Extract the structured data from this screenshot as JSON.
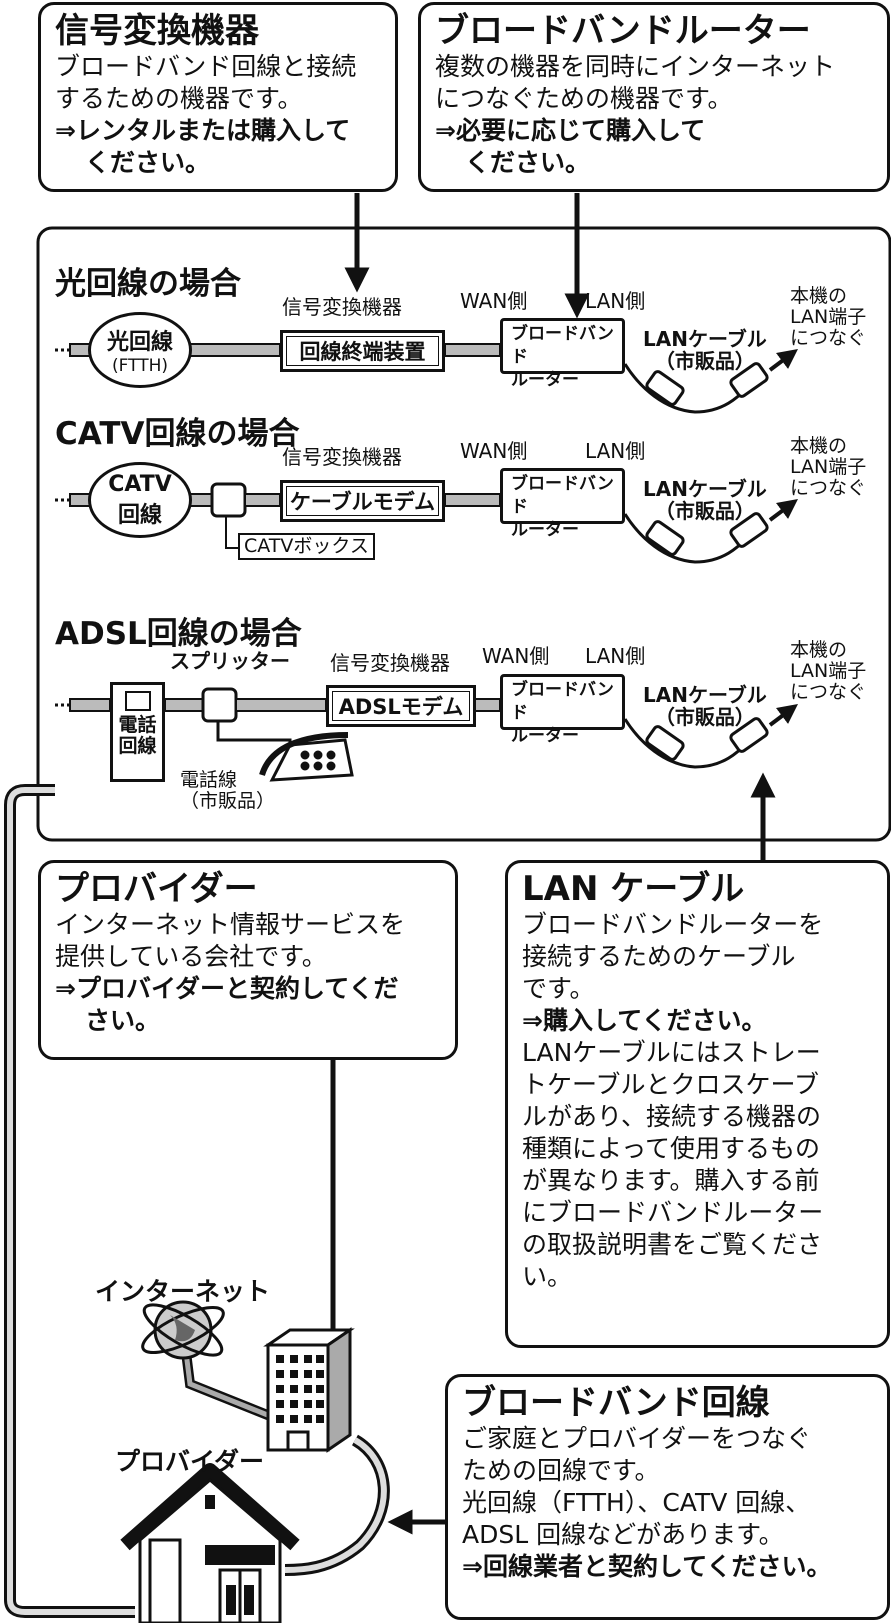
{
  "boxes": {
    "signal_device": {
      "title": "信号変換機器",
      "desc": [
        "ブロードバンド回線と接続",
        "するための機器です。"
      ],
      "action": [
        "⇒レンタルまたは購入して",
        "ください。"
      ]
    },
    "router": {
      "title": "ブロードバンドルーター",
      "desc": [
        "複数の機器を同時にインターネット",
        "につなぐための機器です。"
      ],
      "action": [
        "⇒必要に応じて購入して",
        "ください。"
      ]
    },
    "provider": {
      "title": "プロバイダー",
      "desc": [
        "インターネット情報サービスを",
        "提供している会社です。"
      ],
      "action": [
        "⇒プロバイダーと契約してくだ",
        "さい。"
      ]
    },
    "lan_cable": {
      "title": "LAN ケーブル",
      "desc": [
        "ブロードバンドルーターを",
        "接続するためのケーブル",
        "です。"
      ],
      "action": "⇒購入してください。",
      "note": [
        "LANケーブルにはストレー",
        "トケーブルとクロスケーブ",
        "ルがあり、接続する機器の",
        "種類によって使用するもの",
        "が異なります。購入する前",
        "にブロードバンドルーター",
        "の取扱説明書をご覧くださ",
        "い。"
      ]
    },
    "broadband": {
      "title": "ブロードバンド回線",
      "desc": [
        "ご家庭とプロバイダーをつなぐ",
        "ための回線です。",
        "光回線（FTTH）、CATV 回線、",
        "ADSL 回線などがあります。"
      ],
      "action": "⇒回線業者と契約してください。"
    }
  },
  "common": {
    "signal_device": "信号変換機器",
    "wan_side": "WAN側",
    "lan_side": "LAN側",
    "router_lines": [
      "ブロードバンド",
      "ルーター"
    ],
    "lan_cable_lines": [
      "LANケーブル",
      "（市販品）"
    ],
    "connect_lines": [
      "本機の",
      "LAN端子",
      "につなぐ"
    ]
  },
  "sections": {
    "fiber": {
      "title": "光回線の場合",
      "line": "光回線",
      "line_sub": "(FTTH)",
      "device": "回線終端装置"
    },
    "catv": {
      "title": "CATV回線の場合",
      "line": [
        "CATV",
        "回線"
      ],
      "device": "ケーブルモデム",
      "box_label": "CATVボックス"
    },
    "adsl": {
      "title": "ADSL回線の場合",
      "splitter": "スプリッター",
      "device": "ADSLモデム",
      "phone_line": [
        "電話",
        "回線"
      ],
      "phone_cable": [
        "電話線",
        "（市販品）"
      ]
    }
  },
  "bottom": {
    "internet": "インターネット",
    "provider": "プロバイダー"
  }
}
